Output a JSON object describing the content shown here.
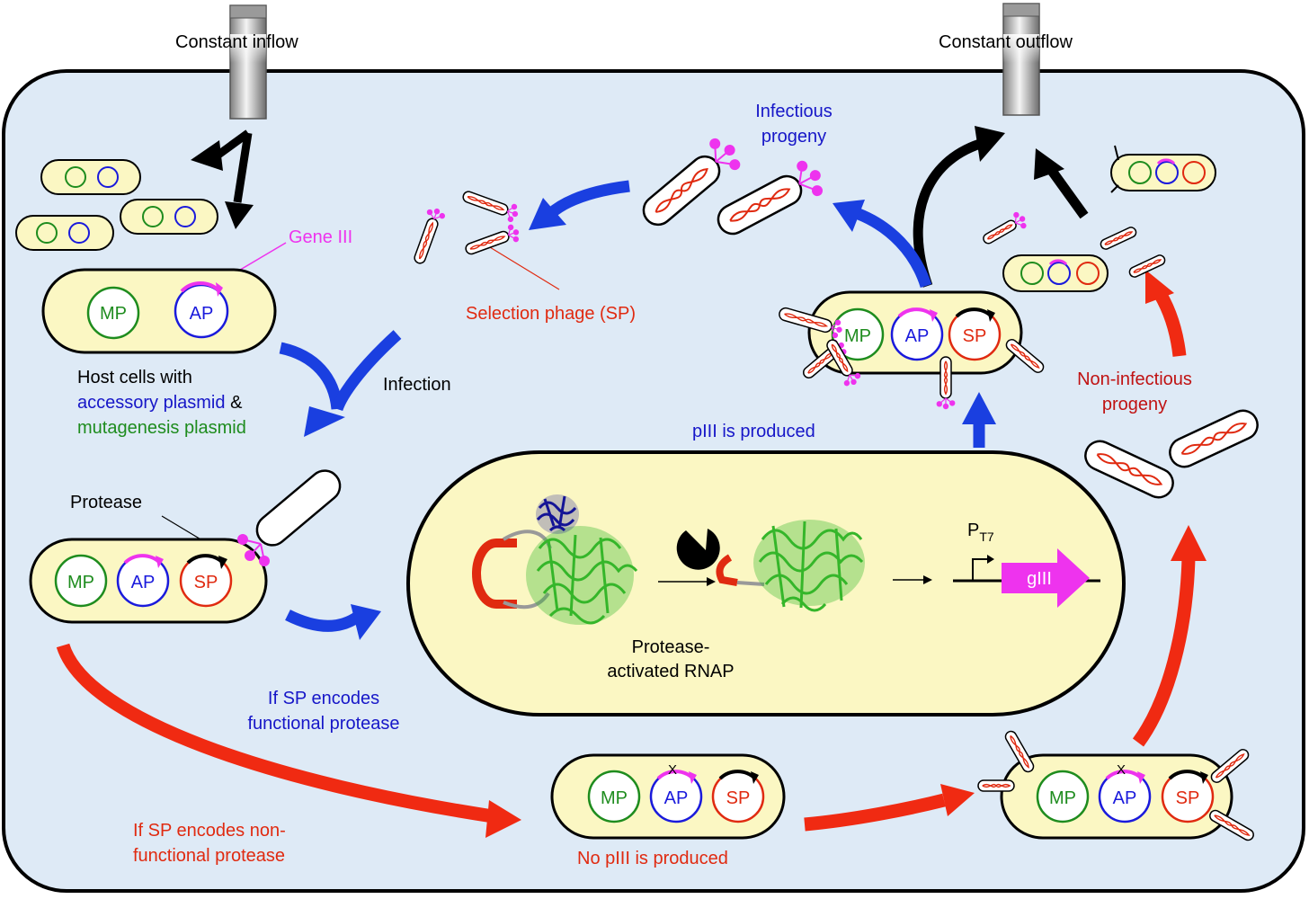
{
  "labels": {
    "inflow": "Constant inflow",
    "outflow": "Constant outflow",
    "gene_iii": "Gene III",
    "selection_phage": "Selection phage (SP)",
    "infectious_progeny_1": "Infectious",
    "infectious_progeny_2": "progeny",
    "host_line1": "Host cells with",
    "host_line2a": "accessory plasmid",
    "host_line2b": " &",
    "host_line3": "mutagenesis plasmid",
    "infection": "Infection",
    "protease": "Protease",
    "piii_produced": "pIII is produced",
    "no_piii_produced": "No pIII is produced",
    "rnap_line1": "Protease-",
    "rnap_line2": "activated RNAP",
    "promoter_main": "P",
    "promoter_sub": "T7",
    "giii": "gIII",
    "functional_1": "If SP encodes",
    "functional_2": "functional protease",
    "nonfunctional_1": "If SP encodes non-",
    "nonfunctional_2": "functional protease",
    "noninfectious_1": "Non-infectious",
    "noninfectious_2": "progeny",
    "mutation_mark": "X"
  },
  "plasmids": {
    "mp": "MP",
    "ap": "AP",
    "sp": "SP"
  },
  "colors": {
    "vessel_bg": "#deeaf6",
    "cell_fill": "#fbf7c3",
    "mp": "#1e8c1e",
    "ap": "#1a1adc",
    "sp": "#e02a10",
    "gene_iii": "#ee33ee",
    "blue_arrow": "#1a3fe0",
    "red_arrow": "#f02a12",
    "dark_blue_text": "#1616c8",
    "dark_red_text": "#c01212",
    "protein_green": "#35b62a",
    "protein_blue": "#141496"
  }
}
